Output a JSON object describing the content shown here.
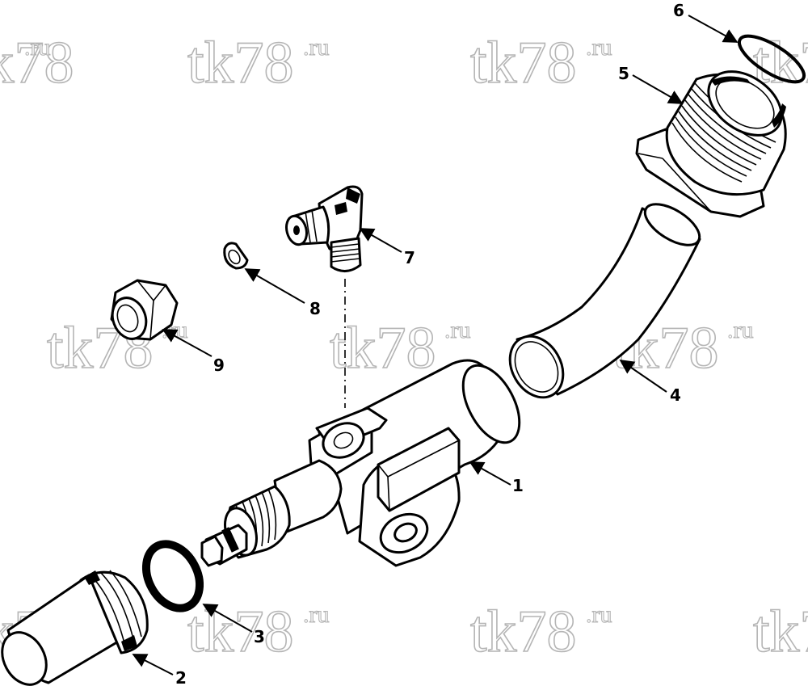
{
  "watermark": {
    "main": "tk78",
    "suffix": ".ru"
  },
  "callouts": [
    {
      "id": "1",
      "label": "1"
    },
    {
      "id": "2",
      "label": "2"
    },
    {
      "id": "3",
      "label": "3"
    },
    {
      "id": "4",
      "label": "4"
    },
    {
      "id": "5",
      "label": "5"
    },
    {
      "id": "6",
      "label": "6"
    },
    {
      "id": "7",
      "label": "7"
    },
    {
      "id": "8",
      "label": "8"
    },
    {
      "id": "9",
      "label": "9"
    }
  ]
}
